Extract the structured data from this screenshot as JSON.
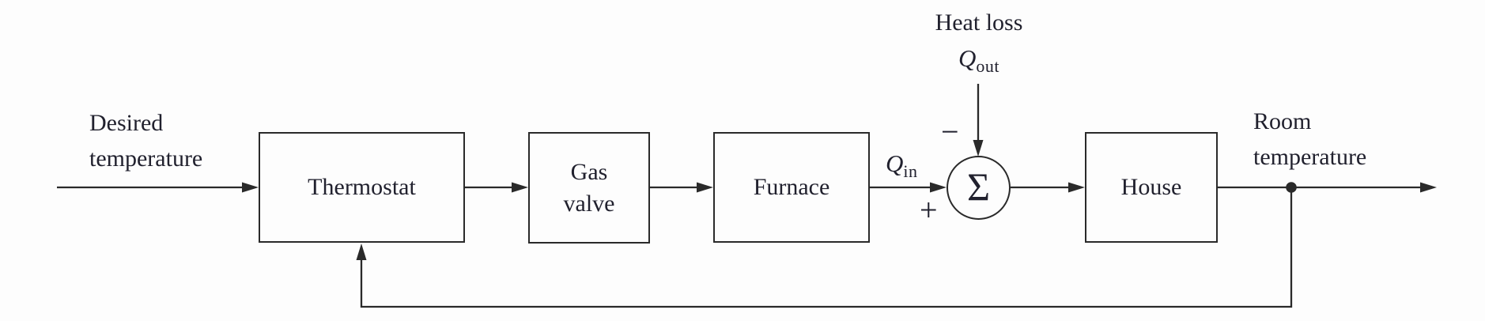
{
  "diagram": {
    "input_label": {
      "line1": "Desired",
      "line2": "temperature"
    },
    "output_label": {
      "line1": "Room",
      "line2": "temperature"
    },
    "disturbance": {
      "title": "Heat loss",
      "symbol_base": "Q",
      "symbol_sub": "out"
    },
    "heat_in_signal": {
      "symbol_base": "Q",
      "symbol_sub": "in"
    },
    "signs": {
      "plus": "+",
      "minus": "−"
    },
    "summing_junction": {
      "symbol": "Σ"
    },
    "blocks": {
      "thermostat": {
        "label": "Thermostat"
      },
      "gas_valve": {
        "line1": "Gas",
        "line2": "valve"
      },
      "furnace": {
        "label": "Furnace"
      },
      "house": {
        "label": "House"
      }
    },
    "colors": {
      "line": "#2a2a2a",
      "text": "#21212e",
      "background": "#fdfdfd"
    }
  }
}
